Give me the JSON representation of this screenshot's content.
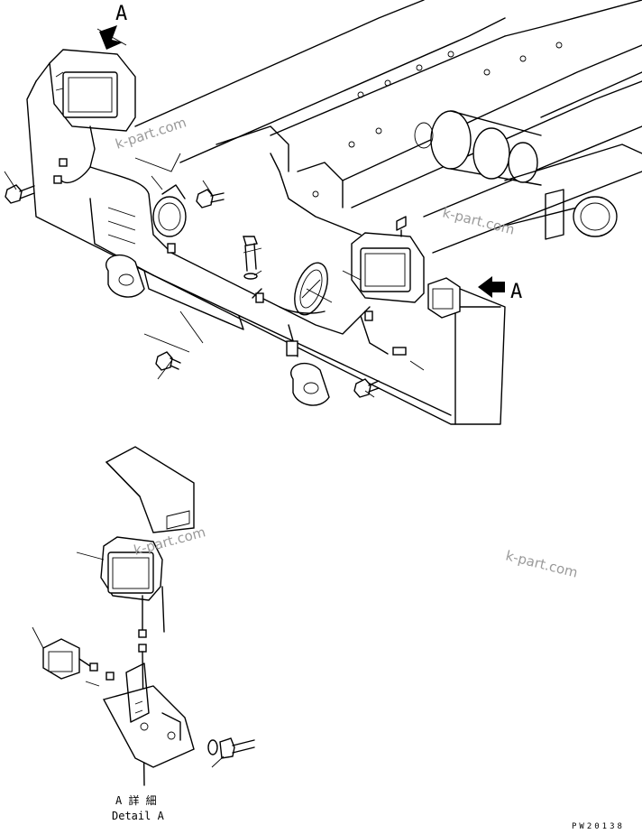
{
  "view_markers": {
    "top_letter": "A",
    "side_letter": "A"
  },
  "detail_caption": {
    "line1": "A 詳 細",
    "line2": "Detail A"
  },
  "drawing_code": "PW20138",
  "watermarks": [
    "k-part.com",
    "k-part.com",
    "k-part.com"
  ],
  "colors": {
    "line": "#000000",
    "background": "#ffffff",
    "watermark": "#9a9a9a"
  }
}
